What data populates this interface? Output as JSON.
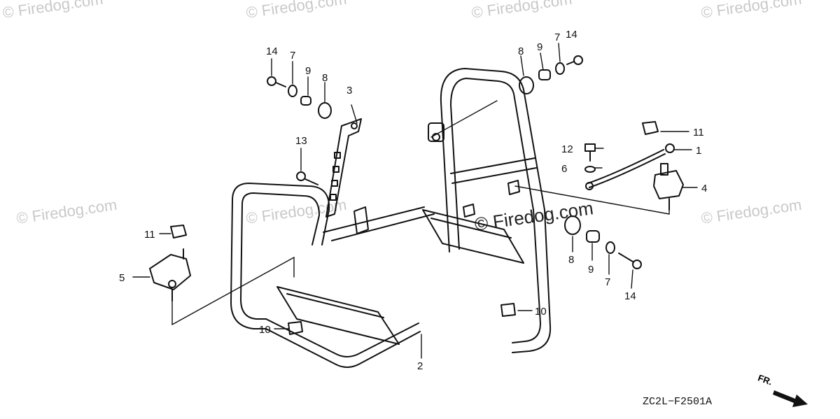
{
  "watermarks": {
    "text": "© Firedog.com"
  },
  "diagram_code": "ZC2L−F2501A",
  "direction_label": "FR.",
  "callouts": {
    "c14a": "14",
    "c7a": "7",
    "c9a": "9",
    "c8a": "8",
    "c3": "3",
    "c8b": "8",
    "c9b": "9",
    "c7b": "7",
    "c14b": "14",
    "c11a": "11",
    "c12": "12",
    "c1": "1",
    "c6": "6",
    "c4": "4",
    "c13": "13",
    "c11b": "11",
    "c5": "5",
    "c8c": "8",
    "c9c": "9",
    "c7c": "7",
    "c14c": "14",
    "c10a": "10",
    "c10b": "10",
    "c2": "2"
  }
}
